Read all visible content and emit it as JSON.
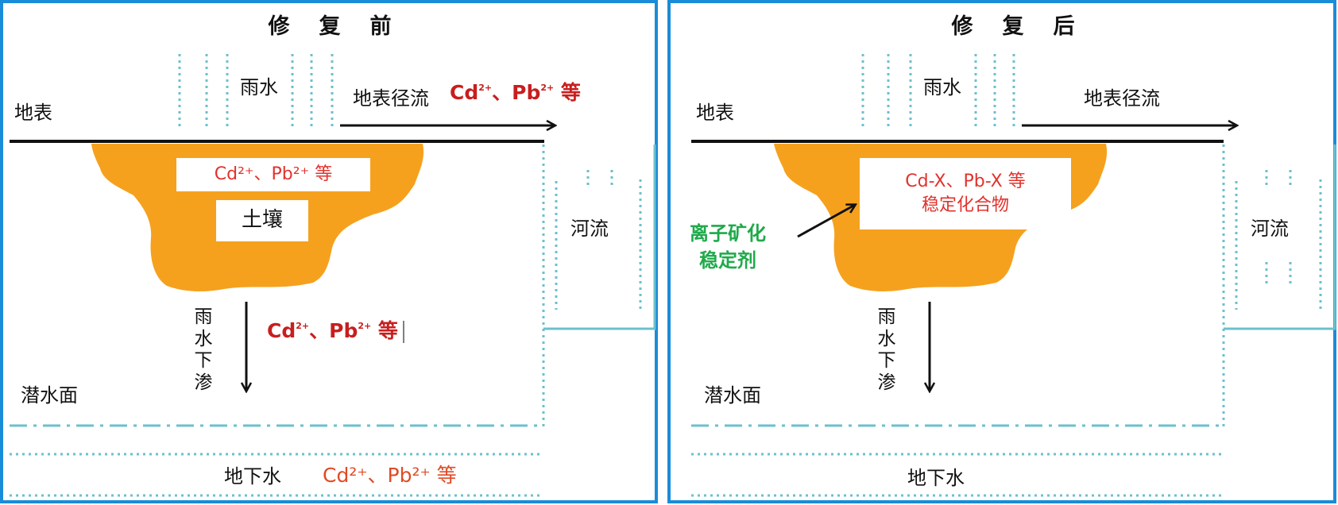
{
  "before": {
    "title_chars": [
      "修",
      "复",
      "前"
    ],
    "surface_label": "地表",
    "rain_label": "雨水",
    "runoff_label": "地表径流",
    "runoff_pollutant_cd": "Cd",
    "runoff_pollutant_sep": "、Pb",
    "runoff_pollutant_suffix": " 等",
    "soil_pollutant_text": "Cd²⁺、Pb²⁺ 等",
    "soil_label": "土壤",
    "river_label": "河流",
    "infiltration_label": "雨水下渗",
    "infiltration_pollutant_cd": "Cd",
    "infiltration_pollutant_sep": "、Pb",
    "infiltration_pollutant_suffix": " 等",
    "water_table_label": "潜水面",
    "groundwater_label": "地下水",
    "groundwater_pollutant_text": "Cd²⁺、Pb²⁺ 等"
  },
  "after": {
    "title_chars": [
      "修",
      "复",
      "后"
    ],
    "surface_label": "地表",
    "rain_label": "雨水",
    "runoff_label": "地表径流",
    "stabilized_line1": "Cd-X、Pb-X 等",
    "stabilized_line2": "稳定化合物",
    "stabilizer_line1": "离子矿化",
    "stabilizer_line2": "稳定剂",
    "river_label": "河流",
    "infiltration_label": "雨水下渗",
    "water_table_label": "潜水面",
    "groundwater_label": "地下水"
  },
  "superscript": "2+",
  "colors": {
    "frame_blue": "#1a8cd8",
    "soil_orange": "#f5a11e",
    "dotted_teal": "#6cc0cc",
    "pollutant_red": "#c81e1e",
    "stabilizer_green": "#1faa4a"
  }
}
